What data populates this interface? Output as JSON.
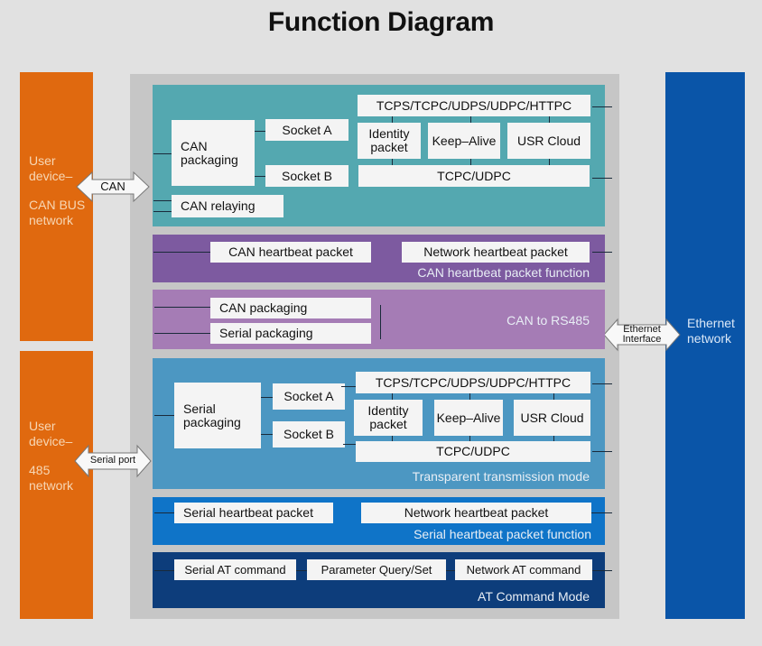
{
  "title": "Function Diagram",
  "left_devices": {
    "can": {
      "line1": "User",
      "line2": "device–",
      "line3": "CAN BUS",
      "line4": "network"
    },
    "rs485": {
      "line1": "User",
      "line2": "device–",
      "line3": "485",
      "line4": "network"
    }
  },
  "right_device": {
    "line1": "Ethernet",
    "line2": "network"
  },
  "interfaces": {
    "can": "CAN",
    "serial": "Serial port",
    "ethernet_line1": "Ethernet",
    "ethernet_line2": "Interface"
  },
  "can_section": {
    "packaging_line1": "CAN",
    "packaging_line2": "packaging",
    "socket_a": "Socket A",
    "socket_b": "Socket B",
    "relaying": "CAN relaying",
    "protocols": "TCPS/TCPC/UDPS/UDPC/HTTPC",
    "identity_line1": "Identity",
    "identity_line2": "packet",
    "keepalive": "Keep–Alive",
    "cloud": "USR Cloud",
    "tcpc_udpc": "TCPC/UDPC"
  },
  "can_heartbeat": {
    "can_packet": "CAN heartbeat packet",
    "network_packet": "Network heartbeat packet",
    "caption": "CAN heartbeat packet function"
  },
  "can_to_rs485": {
    "can_packaging": "CAN packaging",
    "serial_packaging": "Serial packaging",
    "caption": "CAN to RS485"
  },
  "transparent": {
    "packaging_line1": "Serial",
    "packaging_line2": "packaging",
    "socket_a": "Socket A",
    "socket_b": "Socket B",
    "protocols": "TCPS/TCPC/UDPS/UDPC/HTTPC",
    "identity_line1": "Identity",
    "identity_line2": "packet",
    "keepalive": "Keep–Alive",
    "cloud": "USR Cloud",
    "tcpc_udpc": "TCPC/UDPC",
    "caption": "Transparent transmission mode"
  },
  "serial_heartbeat": {
    "serial_packet": "Serial heartbeat packet",
    "network_packet": "Network heartbeat packet",
    "caption": "Serial heartbeat packet function"
  },
  "at_command": {
    "serial_at": "Serial AT command",
    "param": "Parameter Query/Set",
    "network_at": "Network AT command",
    "caption": "AT Command Mode"
  },
  "colors": {
    "user_device": "#e0690f",
    "ethernet": "#0a55a8",
    "can_section": "#54a8b0",
    "can_heartbeat": "#7d5aa0",
    "can_to_rs485": "#a57cb5",
    "transparent": "#4c97c2",
    "serial_heartbeat": "#0f74c8",
    "at_command": "#0d3d7b"
  }
}
